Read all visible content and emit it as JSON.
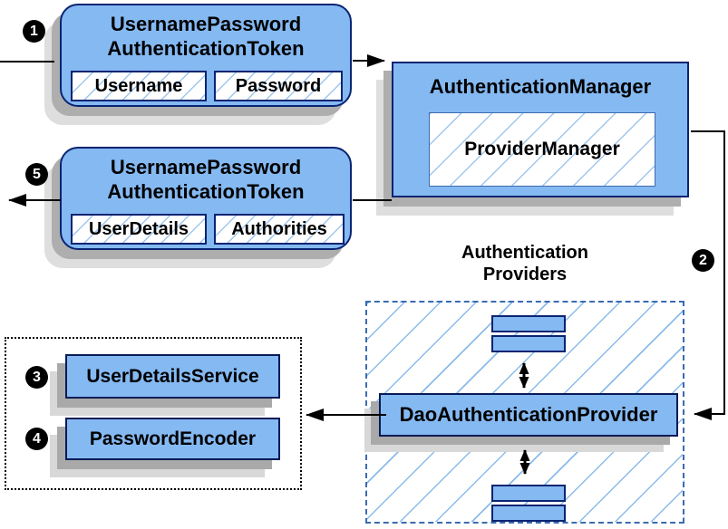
{
  "steps": {
    "s1": "1",
    "s2": "2",
    "s3": "3",
    "s4": "4",
    "s5": "5"
  },
  "token_request": {
    "title": [
      "UsernamePassword",
      "AuthenticationToken"
    ],
    "fields": [
      "Username",
      "Password"
    ]
  },
  "auth_manager": {
    "title": "AuthenticationManager",
    "provider": "ProviderManager"
  },
  "token_result": {
    "title": [
      "UsernamePassword",
      "AuthenticationToken"
    ],
    "fields": [
      "UserDetails",
      "Authorities"
    ]
  },
  "providers_group": {
    "label": [
      "Authentication",
      "Providers"
    ],
    "dao": "DaoAuthenticationProvider"
  },
  "services": {
    "user_details_service": "UserDetailsService",
    "password_encoder": "PasswordEncoder"
  },
  "colors": {
    "box_fill": "#85b9f2",
    "box_border": "#0a2472",
    "hatch_line": "#7fb3e8",
    "dashed_border": "#3b6bb0",
    "shadow_dark": "#aeaeae",
    "shadow_light": "#dedede",
    "connector": "#000000",
    "step_badge_bg": "#000000",
    "step_badge_fg": "#ffffff"
  }
}
